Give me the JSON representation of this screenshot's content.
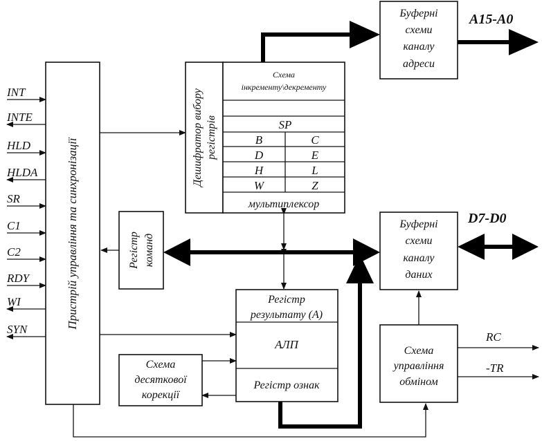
{
  "signals": [
    "INT",
    "INTE",
    "HLD",
    "HLDA",
    "SR",
    "C1",
    "C2",
    "RDY",
    "WI",
    "SYN"
  ],
  "control_unit": "Пристрій управління та синхронізації",
  "register_decoder": [
    "Дешифратор вибору",
    "регістрів"
  ],
  "inc_dec": [
    "Схема",
    "інкременту\\декременту"
  ],
  "sp": "SP",
  "register_pairs": [
    [
      "B",
      "C"
    ],
    [
      "D",
      "E"
    ],
    [
      "H",
      "L"
    ],
    [
      "W",
      "Z"
    ]
  ],
  "multiplexer": "мультиплексор",
  "address_buffer": [
    "Буферні",
    "схеми",
    "каналу",
    "адреси"
  ],
  "address_bus": "A15-A0",
  "data_buffer": [
    "Буферні",
    "схеми",
    "каналу",
    "даних"
  ],
  "data_bus": "D7-D0",
  "instruction_register": [
    "Регістр",
    "команд"
  ],
  "result_register": [
    "Регістр",
    "результату (A)"
  ],
  "alu": "АЛП",
  "flags_register": "Регістр ознак",
  "decimal_correction": [
    "Схема",
    "десяткової",
    "корекції"
  ],
  "exchange_control": [
    "Схема",
    "управління",
    "обміном"
  ],
  "rc": "RC",
  "tr": "-TR"
}
